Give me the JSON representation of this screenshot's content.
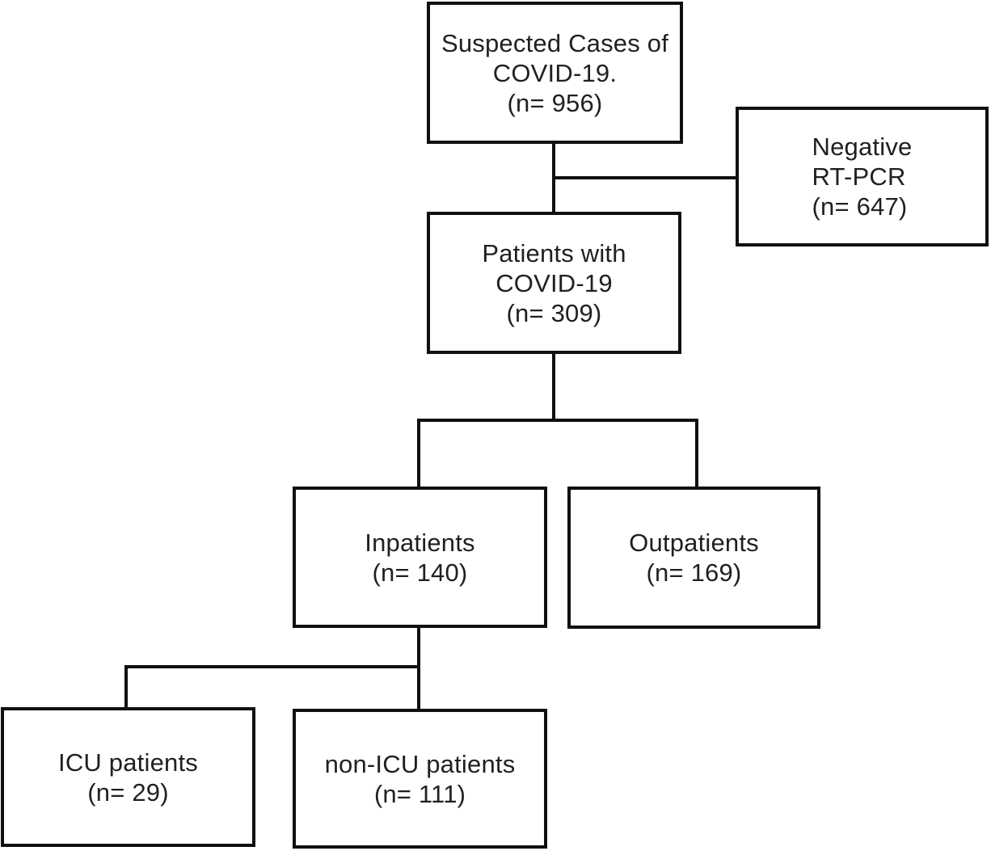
{
  "diagram": {
    "type": "flowchart",
    "background_color": "#ffffff",
    "line_color": "#101010",
    "text_color": "#231f20",
    "nodes": {
      "suspected": {
        "text": "Suspected Cases of\nCOVID-19.\n(n= 956)",
        "n": 956
      },
      "negative": {
        "text": "Negative\nRT-PCR\n(n= 647)",
        "n": 647
      },
      "covid": {
        "text": "Patients with\nCOVID-19\n(n= 309)",
        "n": 309
      },
      "inpatients": {
        "text": "Inpatients\n(n= 140)",
        "n": 140
      },
      "outpatients": {
        "text": "Outpatients\n(n= 169)",
        "n": 169
      },
      "icu": {
        "text": "ICU patients\n(n= 29)",
        "n": 29
      },
      "nonicu": {
        "text": "non-ICU patients\n(n= 111)",
        "n": 111
      }
    },
    "edges": [
      {
        "from": "suspected",
        "to": "covid"
      },
      {
        "from": "suspected",
        "to": "negative"
      },
      {
        "from": "covid",
        "to": "inpatients"
      },
      {
        "from": "covid",
        "to": "outpatients"
      },
      {
        "from": "inpatients",
        "to": "icu"
      },
      {
        "from": "inpatients",
        "to": "nonicu"
      }
    ]
  }
}
